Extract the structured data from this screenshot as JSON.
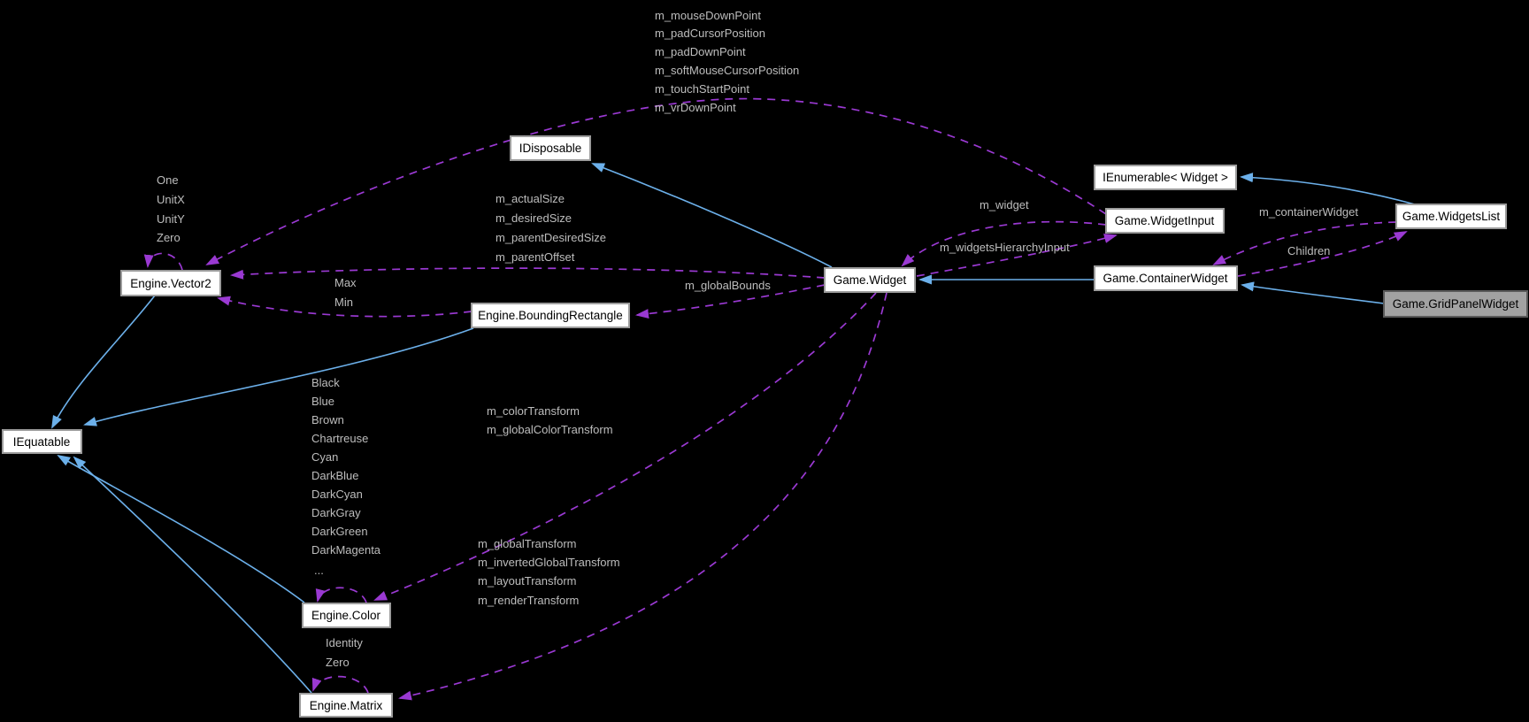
{
  "diagram": {
    "type": "collaboration-graph",
    "background": "#000000",
    "colors": {
      "background": "#000000",
      "inheritance_edge": "#6cb0ea",
      "usage_edge": "#9a39d2",
      "node_fill": "#ffffff",
      "node_border": "#9c9c9c",
      "highlight_node_fill": "#a2a2a2",
      "highlight_node_border": "#5a5a5a",
      "node_text_color": "#000000",
      "edge_label_color": "#bdbdbd"
    },
    "nodes": {
      "idisposable": {
        "label": "IDisposable"
      },
      "ienumerable_widget": {
        "label": "IEnumerable< Widget >"
      },
      "game_widgetinput": {
        "label": "Game.WidgetInput"
      },
      "game_widgetslist": {
        "label": "Game.WidgetsList"
      },
      "game_widget": {
        "label": "Game.Widget"
      },
      "game_containerwidget": {
        "label": "Game.ContainerWidget"
      },
      "game_gridpanelwidget": {
        "label": "Game.GridPanelWidget"
      },
      "engine_vector2": {
        "label": "Engine.Vector2"
      },
      "engine_boundingrectangle": {
        "label": "Engine.BoundingRectangle"
      },
      "iequatable": {
        "label": "IEquatable"
      },
      "engine_color": {
        "label": "Engine.Color"
      },
      "engine_matrix": {
        "label": "Engine.Matrix"
      }
    },
    "inheritance_edges": [
      {
        "from": "Game.Widget",
        "to": "IDisposable"
      },
      {
        "from": "Game.WidgetsList",
        "to": "IEnumerable< Widget >"
      },
      {
        "from": "Game.ContainerWidget",
        "to": "Game.Widget"
      },
      {
        "from": "Game.GridPanelWidget",
        "to": "Game.ContainerWidget"
      },
      {
        "from": "Engine.Vector2",
        "to": "IEquatable"
      },
      {
        "from": "Engine.BoundingRectangle",
        "to": "IEquatable"
      },
      {
        "from": "Engine.Color",
        "to": "IEquatable"
      },
      {
        "from": "Engine.Matrix",
        "to": "IEquatable"
      }
    ],
    "edges": {
      "widgetinput_vector2": {
        "from": "Game.WidgetInput",
        "to": "Engine.Vector2",
        "type": "usage",
        "fields": [
          "m_mouseDownPoint",
          "m_padCursorPosition",
          "m_padDownPoint",
          "m_softMouseCursorPosition",
          "m_touchStartPoint",
          "m_vrDownPoint"
        ]
      },
      "vector2_self": {
        "from": "Engine.Vector2",
        "to": "Engine.Vector2",
        "type": "usage",
        "fields": [
          "One",
          "UnitX",
          "UnitY",
          "Zero"
        ]
      },
      "widget_vector2": {
        "from": "Game.Widget",
        "to": "Engine.Vector2",
        "type": "usage",
        "fields": [
          "m_actualSize",
          "m_desiredSize",
          "m_parentDesiredSize",
          "m_parentOffset"
        ]
      },
      "boundingrectangle_vector2": {
        "from": "Engine.BoundingRectangle",
        "to": "Engine.Vector2",
        "type": "usage",
        "fields": [
          "Max",
          "Min"
        ]
      },
      "widget_boundingrectangle": {
        "from": "Game.Widget",
        "to": "Engine.BoundingRectangle",
        "type": "usage",
        "fields": [
          "m_globalBounds"
        ]
      },
      "widgetinput_widget": {
        "from": "Game.WidgetInput",
        "to": "Game.Widget",
        "type": "usage",
        "fields": [
          "m_widget"
        ]
      },
      "widget_widgetinput": {
        "from": "Game.Widget",
        "to": "Game.WidgetInput",
        "type": "usage",
        "fields": [
          "m_widgetsHierarchyInput"
        ]
      },
      "widgetslist_containerwidget": {
        "from": "Game.WidgetsList",
        "to": "Game.ContainerWidget",
        "type": "usage",
        "fields": [
          "m_containerWidget"
        ]
      },
      "containerwidget_widgetslist": {
        "from": "Game.ContainerWidget",
        "to": "Game.WidgetsList",
        "type": "usage",
        "fields": [
          "Children"
        ]
      },
      "color_self": {
        "from": "Engine.Color",
        "to": "Engine.Color",
        "type": "usage",
        "fields": [
          "Black",
          "Blue",
          "Brown",
          "Chartreuse",
          "Cyan",
          "DarkBlue",
          "DarkCyan",
          "DarkGray",
          "DarkGreen",
          "DarkMagenta",
          "..."
        ]
      },
      "widget_color": {
        "from": "Game.Widget",
        "to": "Engine.Color",
        "type": "usage",
        "fields": [
          "m_colorTransform",
          "m_globalColorTransform"
        ]
      },
      "widget_matrix": {
        "from": "Game.Widget",
        "to": "Engine.Matrix",
        "type": "usage",
        "fields": [
          "m_globalTransform",
          "m_invertedGlobalTransform",
          "m_layoutTransform",
          "m_renderTransform"
        ]
      },
      "matrix_self": {
        "from": "Engine.Matrix",
        "to": "Engine.Matrix",
        "type": "usage",
        "fields": [
          "Identity",
          "Zero"
        ]
      }
    }
  }
}
